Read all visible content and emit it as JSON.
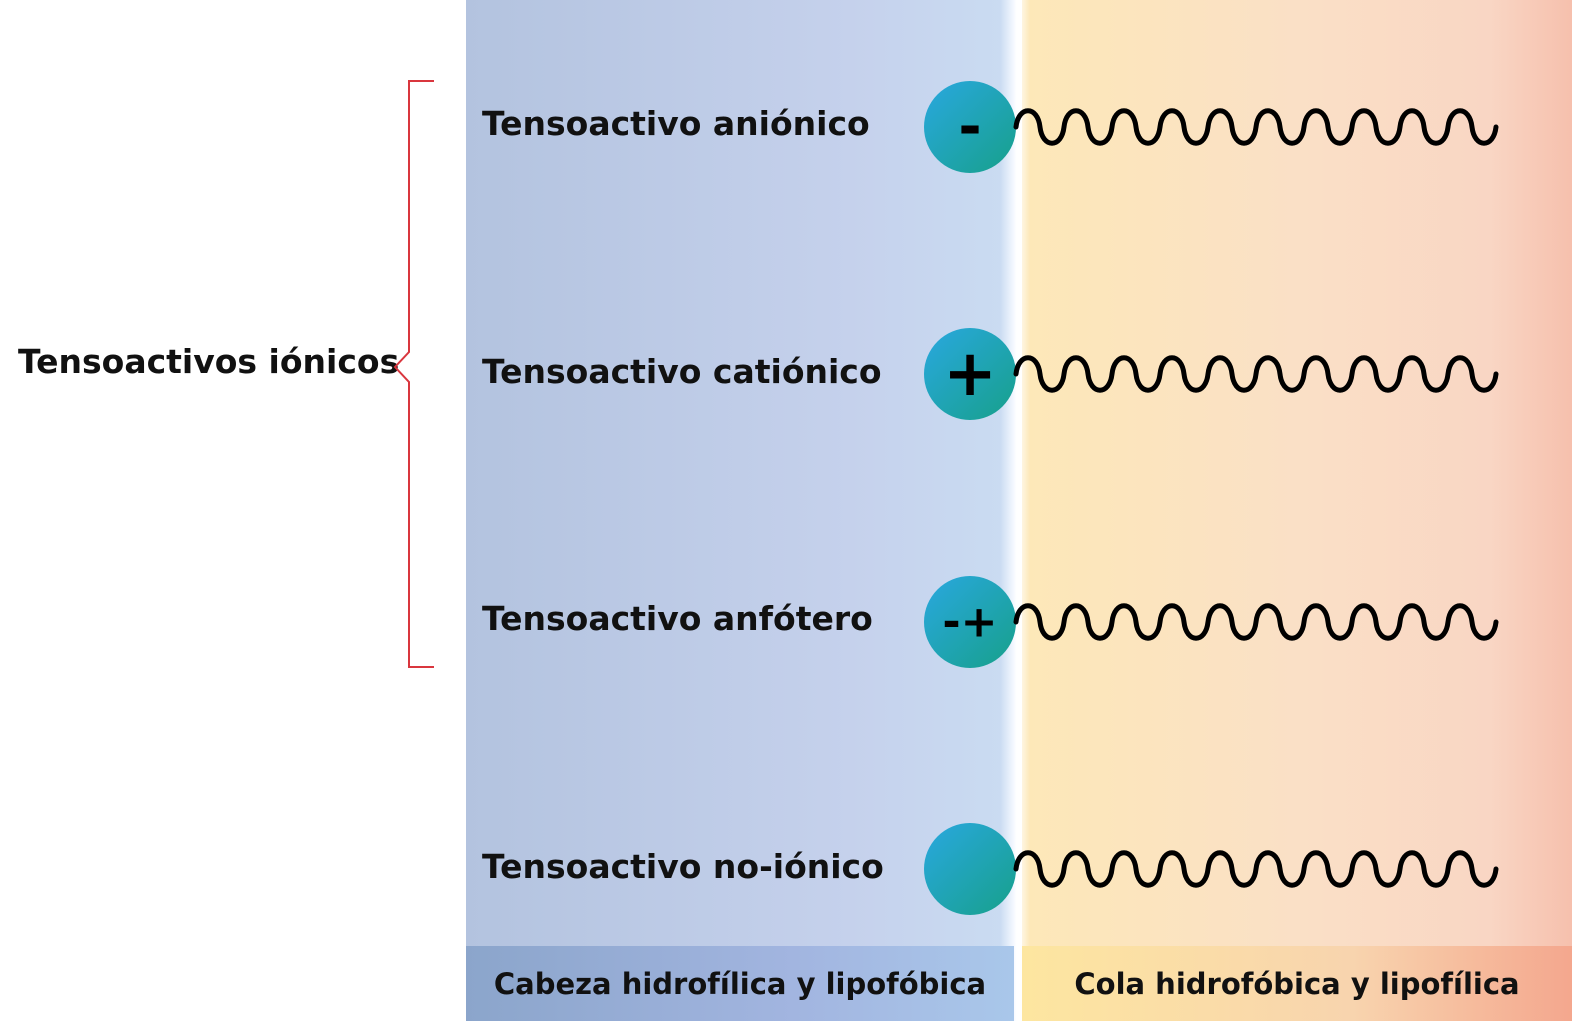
{
  "rows": [
    {
      "label": "Tensoactivo aniónico",
      "charge": "-"
    },
    {
      "label": "Tensoactivo catiónico",
      "charge": "+"
    },
    {
      "label": "Tensoactivo anfótero",
      "charge": "-+"
    },
    {
      "label": "Tensoactivo no-iónico",
      "charge": ""
    }
  ],
  "group": {
    "label": "Tensoactivos iónicos",
    "bracket_color": "#d9363e"
  },
  "footer": {
    "head_label": "Cabeza hidrofílica y lipofóbica",
    "tail_label": "Cola hidrofóbica y lipofílica"
  },
  "colors": {
    "head_gradient_start": "#29a8e0",
    "head_gradient_end": "#17a08a",
    "tail_stroke": "#000000"
  }
}
